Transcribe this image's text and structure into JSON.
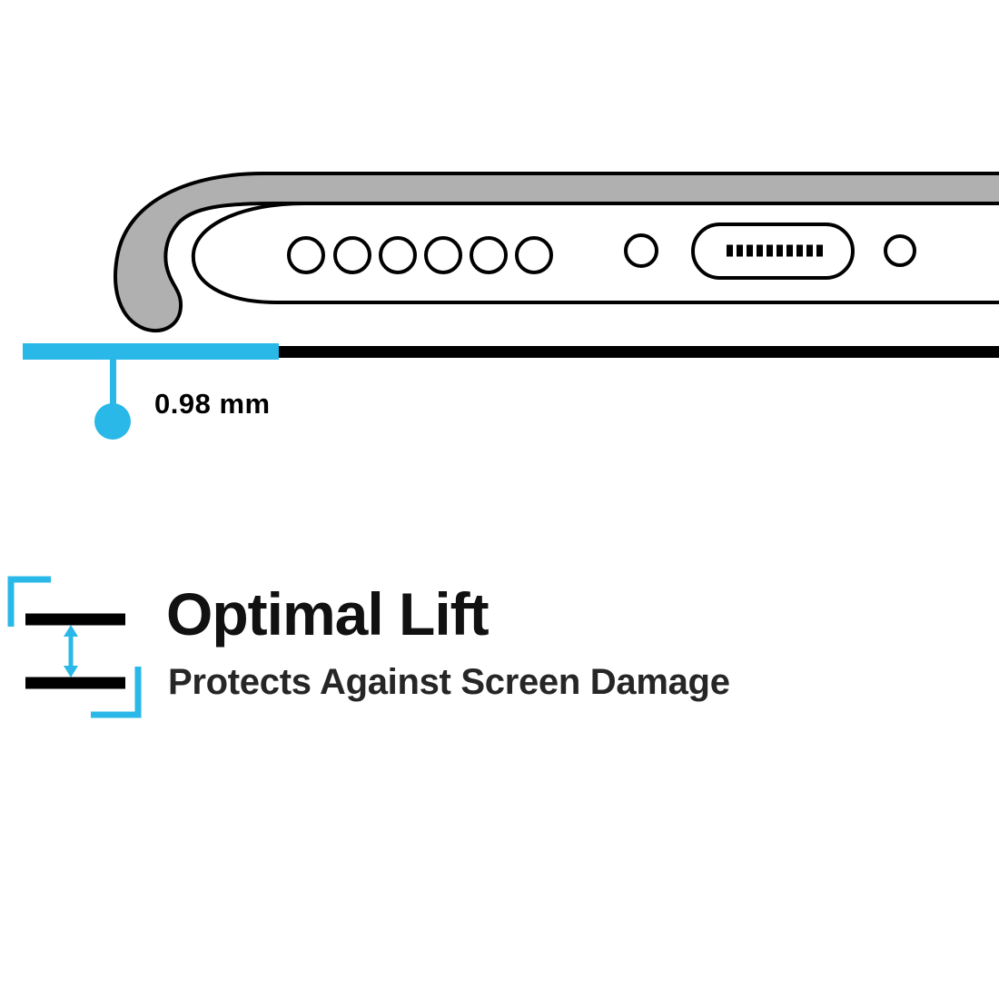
{
  "colors": {
    "accent": "#29B8E8",
    "ink": "#000000",
    "case_gray": "#B0B0B0",
    "title_ink": "#111111",
    "subtitle_ink": "#262626"
  },
  "illustration": {
    "measurement_label": "0.98 mm"
  },
  "feature": {
    "title": "Optimal Lift",
    "subtitle": "Protects Against Screen Damage"
  },
  "icons": {
    "lift_gap_icon": "two horizontal bars with vertical double-headed arrow between cyan corner brackets",
    "measurement_pointer": "cyan stem with round dot marking the lift gap"
  }
}
